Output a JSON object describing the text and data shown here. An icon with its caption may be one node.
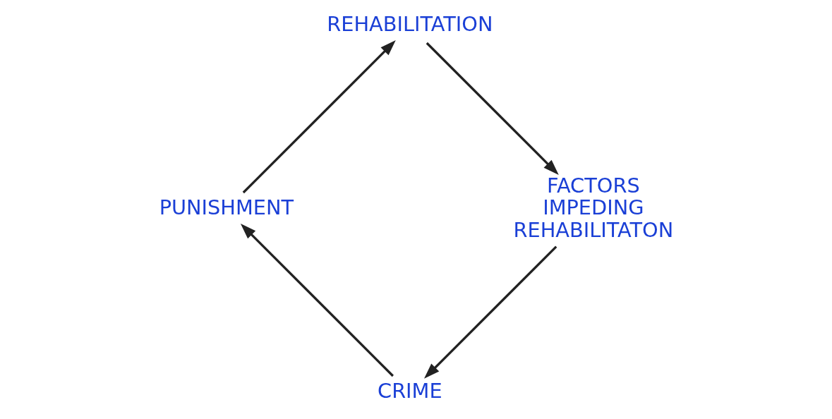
{
  "diagram": {
    "nodes": [
      {
        "text": [
          "CRIME"
        ]
      },
      {
        "text": [
          "PUNISHMENT"
        ]
      },
      {
        "text": [
          "REHABILITATION"
        ]
      },
      {
        "text": [
          "FACTORS IMPEDING REHABILITATON"
        ]
      }
    ],
    "edges": [
      {
        "from": 0,
        "to": 1,
        "arrow": "to"
      },
      {
        "from": 1,
        "to": 2,
        "arrow": "to"
      },
      {
        "from": 2,
        "to": 3,
        "arrow": "to"
      },
      {
        "from": 3,
        "to": 0,
        "arrow": "to"
      }
    ]
  }
}
